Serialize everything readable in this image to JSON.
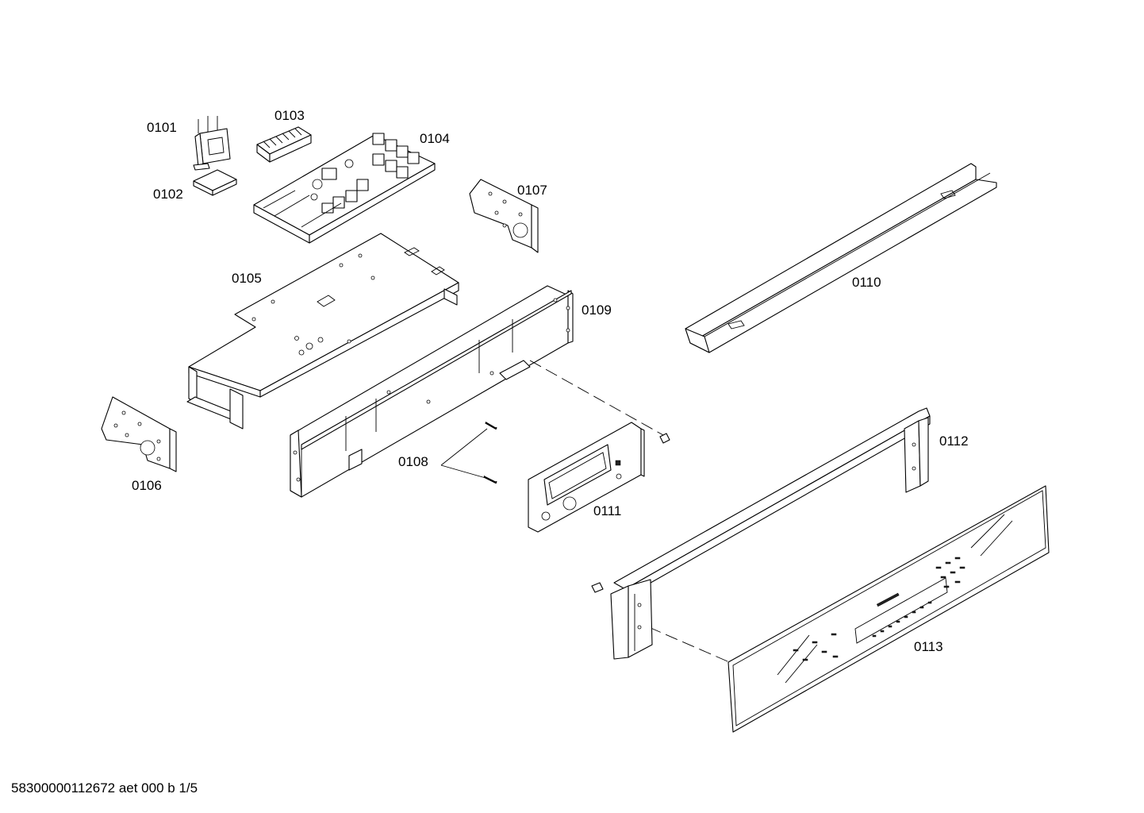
{
  "parts": [
    {
      "id": "0101",
      "label": "0101"
    },
    {
      "id": "0102",
      "label": "0102"
    },
    {
      "id": "0103",
      "label": "0103"
    },
    {
      "id": "0104",
      "label": "0104"
    },
    {
      "id": "0105",
      "label": "0105"
    },
    {
      "id": "0106",
      "label": "0106"
    },
    {
      "id": "0107",
      "label": "0107"
    },
    {
      "id": "0108",
      "label": "0108"
    },
    {
      "id": "0109",
      "label": "0109"
    },
    {
      "id": "0110",
      "label": "0110"
    },
    {
      "id": "0111",
      "label": "0111"
    },
    {
      "id": "0112",
      "label": "0112"
    },
    {
      "id": "0113",
      "label": "0113"
    }
  ],
  "footer": {
    "document_id": "58300000112672 aet 000 b 1/5"
  }
}
